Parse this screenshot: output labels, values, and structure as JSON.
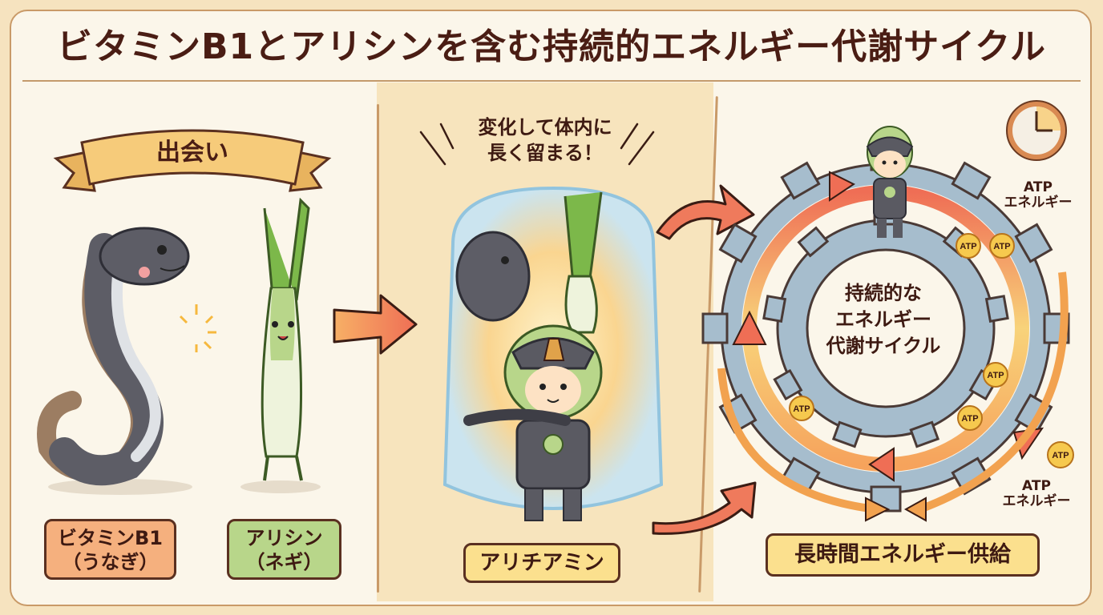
{
  "title": "ビタミンB1とアリシンを含む持続的エネルギー代謝サイクル",
  "colors": {
    "background": "#f6e3bf",
    "card": "#fbf6ea",
    "middle_panel": "#f7e4bd",
    "border": "#c99a68",
    "text_dark": "#4a1d14",
    "arrow_red": "#ef6e55",
    "arrow_orange": "#f6a35c",
    "gear_blue": "#9bb5c8",
    "atp_gold": "#f6c94e",
    "label_orange": "#f5b07e",
    "label_green": "#b8d68a",
    "label_yellow": "#fbe08e"
  },
  "left_panel": {
    "ribbon_label": "出会い",
    "characters": [
      {
        "name": "eel",
        "icon": "eel-character"
      },
      {
        "name": "leek",
        "icon": "leek-character"
      }
    ],
    "labels": [
      {
        "line1": "ビタミンB1",
        "line2": "（うなぎ）"
      },
      {
        "line1": "アリシン",
        "line2": "（ネギ）"
      }
    ]
  },
  "middle_panel": {
    "caption_line1": "変化して体内に",
    "caption_line2": "長く留まる！",
    "character_icon": "armored-warrior-character",
    "label": "アリチアミン"
  },
  "right_panel": {
    "center_line1": "持続的な",
    "center_line2": "エネルギー",
    "center_line3": "代謝サイクル",
    "atp_badge": "ATP",
    "atp_badge_count": 6,
    "top_note_line1": "ATP",
    "top_note_line2": "エネルギー",
    "bottom_note_line1": "ATP",
    "bottom_note_line2": "エネルギー",
    "bottom_label": "長時間エネルギー供給",
    "clock_icon": "clock-icon"
  }
}
